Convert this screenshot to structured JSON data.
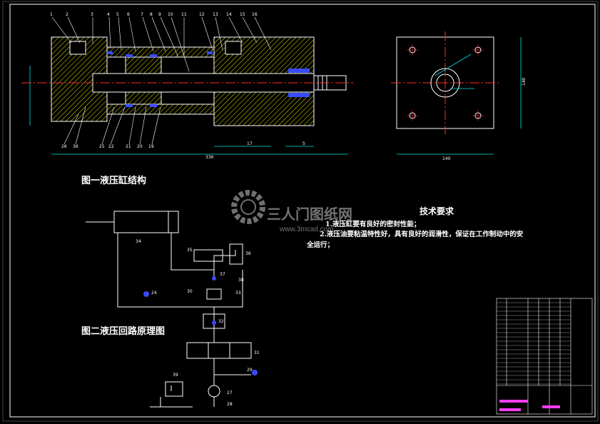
{
  "drawing": {
    "figure1_caption": "图一液压缸结构",
    "figure2_caption": "图二液压回路原理图",
    "tech_requirements": {
      "title": "技术要求",
      "line1": "1.液压缸要有良好的密封性能；",
      "line2": "2.液压油要粘温特性好，具有良好的润滑性，保证在工作制动中的安",
      "line3": "全运行；"
    },
    "top_part_numbers": [
      "1",
      "2",
      "3",
      "4",
      "5",
      "6",
      "7",
      "8",
      "9",
      "10",
      "11",
      "12",
      "13",
      "14",
      "15",
      "16"
    ],
    "bottom_part_numbers": [
      "26",
      "36",
      "25",
      "22",
      "21",
      "20",
      "19"
    ],
    "dimensions": {
      "overall_length": "336",
      "right_view_width": "140",
      "right_view_height": "140",
      "dim_17": "17",
      "dim_5": "5"
    },
    "circuit_labels": [
      "34",
      "35",
      "36",
      "37",
      "38",
      "33",
      "30",
      "24",
      "32",
      "31",
      "39",
      "27",
      "28",
      "29"
    ]
  },
  "watermark": {
    "brand": "三人门图纸网",
    "url": "www.3mcad.com"
  },
  "colors": {
    "background": "#000000",
    "line_white": "#ffffff",
    "center_red": "#ff2a2a",
    "hatch_yellow": "#e8e800",
    "dim_cyan": "#00e5e5",
    "symbol_blue": "#3a4bff",
    "title_block_magenta": "#ff3cff"
  }
}
